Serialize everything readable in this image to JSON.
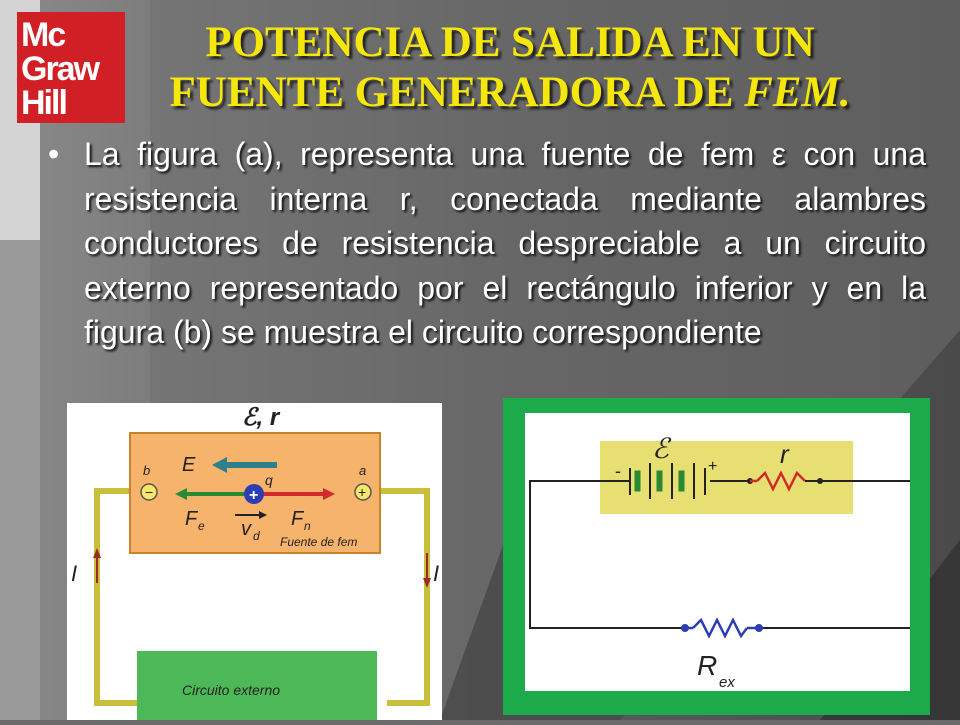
{
  "logo": {
    "line1": "Mc",
    "line2": "Graw",
    "line3": "Hill"
  },
  "title": {
    "line1": "POTENCIA DE SALIDA EN UN",
    "line2_normal": "FUENTE GENERADORA DE ",
    "line2_italic": "FEM."
  },
  "bullet": {
    "dot": "•",
    "text": "La figura (a), representa una fuente de fem ε con una resistencia interna r, conectada mediante alambres conductores de resistencia despreciable a un circuito externo representado por el rectángulo inferior y en la figura (b) se muestra el circuito correspondiente"
  },
  "figure_a": {
    "top_label": "ℰ, r",
    "b": "b",
    "a": "a",
    "q": "q",
    "E": "E",
    "Fe": "F",
    "Fe_sub": "e",
    "Fn": "F",
    "Fn_sub": "n",
    "vd": "v",
    "vd_sub": "d",
    "source_label": "Fuente de fem",
    "current_left": "I",
    "current_right": "I",
    "external": "Circuito externo"
  },
  "figure_b": {
    "emf": "ℰ",
    "r": "r",
    "minus": "-",
    "plus": "+",
    "Rex": "R",
    "Rex_sub": "ex"
  }
}
